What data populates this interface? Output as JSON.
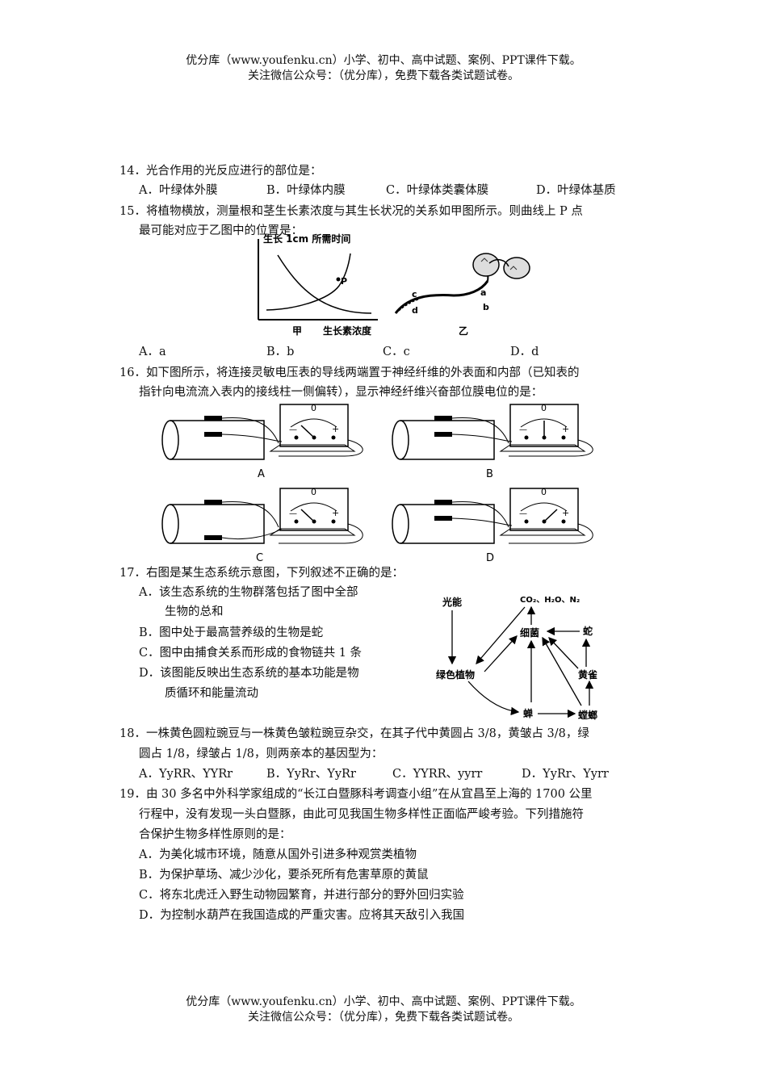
{
  "header": {
    "line1": "优分库（www.youfenku.cn）小学、初中、高中试题、案例、PPT课件下载。",
    "line2": "关注微信公众号：（优分库），免费下载各类试题试卷。"
  },
  "footer": {
    "line1": "优分库（www.youfenku.cn）小学、初中、高中试题、案例、PPT课件下载。",
    "line2": "关注微信公众号：（优分库），免费下载各类试题试卷。"
  },
  "q14": {
    "stem": "14．光合作用的光反应进行的部位是：",
    "a": "A．叶绿体外膜",
    "b": "B．叶绿体内膜",
    "c": "C．叶绿体类囊体膜",
    "d": "D．叶绿体基质"
  },
  "q15": {
    "stem1": "15．将植物横放，测量根和茎生长素浓度与其生长状况的关系如甲图所示。则曲线上 P 点",
    "stem2": "最可能对应于乙图中的位置是：",
    "fig_ylabel": "生长 1cm 所需时间",
    "fig_xlabel": "生长素浓度",
    "fig_jia": "甲",
    "fig_yi": "乙",
    "fig_p": "P",
    "fig_a": "a",
    "fig_b": "b",
    "fig_c": "c",
    "fig_d": "d",
    "a": "A．a",
    "b": "B．b",
    "c": "C．c",
    "d": "D．d"
  },
  "q16": {
    "stem1": "16．如下图所示，将连接灵敏电压表的导线两端置于神经纤维的外表面和内部（已知表的",
    "stem2": "指针向电流流入表内的接线柱一侧偏转），显示神经纤维兴奋部位膜电位的是：",
    "zero": "0",
    "minus": "—",
    "plus": "+",
    "label_a": "A",
    "label_b": "B",
    "label_c": "C",
    "label_d": "D"
  },
  "q17": {
    "stem": "17．右图是某生态系统示意图，下列叙述不正确的是：",
    "a1": "A．该生态系统的生物群落包括了图中全部",
    "a2": "生物的总和",
    "b": "B．图中处于最高营养级的生物是蛇",
    "c": "C．图中由捕食关系而形成的食物链共 1 条",
    "d1": "D．该图能反映出生态系统的基本功能是物",
    "d2": "质循环和能量流动",
    "fig_light": "光能",
    "fig_gas": "CO₂、H₂O、N₂",
    "fig_bacteria": "细菌",
    "fig_snake": "蛇",
    "fig_bird": "黄雀",
    "fig_plant": "绿色植物",
    "fig_cicada": "蝉",
    "fig_mantis": "螳螂"
  },
  "q18": {
    "stem1": "18．一株黄色圆粒豌豆与一株黄色皱粒豌豆杂交，在其子代中黄圆占 3/8，黄皱占 3/8，绿",
    "stem2": "圆占 1/8，绿皱占 1/8，则两亲本的基因型为：",
    "a": "A．YyRR、YYRr",
    "b": "B．YyRr、YyRr",
    "c": "C．YYRR、yyrr",
    "d": "D．YyRr、Yyrr"
  },
  "q19": {
    "stem1": "19．由 30 多名中外科学家组成的“长江白暨豚科考调查小组”在从宜昌至上海的 1700 公里",
    "stem2": "行程中，没有发现一头白暨豚，由此可见我国生物多样性正面临严峻考验。下列措施符",
    "stem3": "合保护生物多样性原则的是：",
    "a": "A．为美化城市环境，随意从国外引进多种观赏类植物",
    "b": "B．为保护草场、减少沙化，要杀死所有危害草原的黄鼠",
    "c": "C．将东北虎迁入野生动物园繁育，并进行部分的野外回归实验",
    "d": "D．为控制水葫芦在我国造成的严重灾害。应将其天敌引入我国"
  }
}
